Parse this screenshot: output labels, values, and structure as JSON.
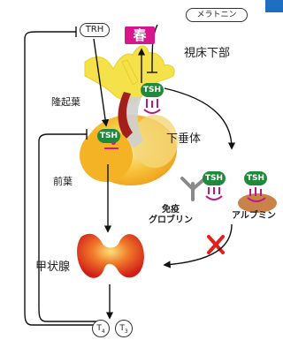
{
  "labels": {
    "trh": "TRH",
    "spring": "春",
    "melatonin": "メラトニン",
    "hypothalamus": "視床下部",
    "eminence": "隆起葉",
    "pituitary": "下垂体",
    "anterior": "前葉",
    "immunoglobulin": "免疫\nグロブリン",
    "albumin": "アルブミン",
    "thyroid": "甲状腺",
    "t4_base": "T",
    "t4_sub": "4",
    "t3_base": "T",
    "t3_sub": "3"
  },
  "tsh_badges": [
    "TSH",
    "TSH",
    "TSH",
    "TSH"
  ],
  "colors": {
    "tsh_green": "#1f8a3b",
    "spring_magenta": "#d8188a",
    "pituitary_orange": "#f2a81d",
    "hypothalamus_yellow": "#f5e24a",
    "thyroid_red": "#d9251d",
    "cross_red": "#e0211b",
    "receptor_magenta": "#b81b7f",
    "antibody_gray": "#8a8a8a",
    "albumin_brown": "#c8824a"
  }
}
